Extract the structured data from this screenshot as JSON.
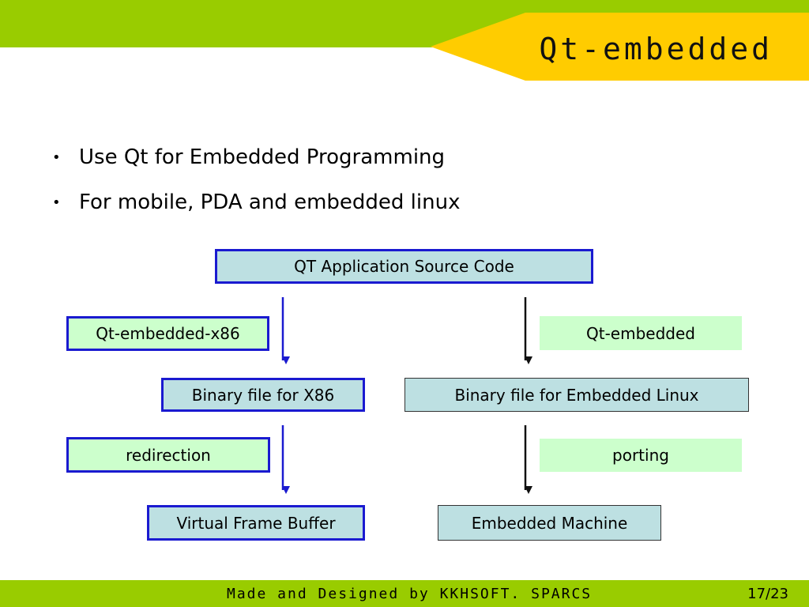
{
  "slide": {
    "title": "Qt-embedded",
    "bullets": [
      "Use Qt for Embedded Programming",
      "For mobile, PDA and embedded linux"
    ],
    "bullet_marker": "•",
    "footer": "Made and Designed by KKHSOFT. SPARCS",
    "page": "17/23"
  },
  "diagram": {
    "source": "QT Application Source Code",
    "left": {
      "step1_label": "Qt-embedded-x86",
      "binary": "Binary file for X86",
      "step2_label": "redirection",
      "target": "Virtual Frame Buffer"
    },
    "right": {
      "step1_label": "Qt-embedded",
      "binary": "Binary file for Embedded Linux",
      "step2_label": "porting",
      "target": "Embedded Machine"
    }
  },
  "colors": {
    "green_band": "#99cc00",
    "yellow_tab": "#ffcc00",
    "box_blue_fill": "#bde0e2",
    "box_green_fill": "#ccffcc",
    "blue_border": "#1a1ad0"
  }
}
